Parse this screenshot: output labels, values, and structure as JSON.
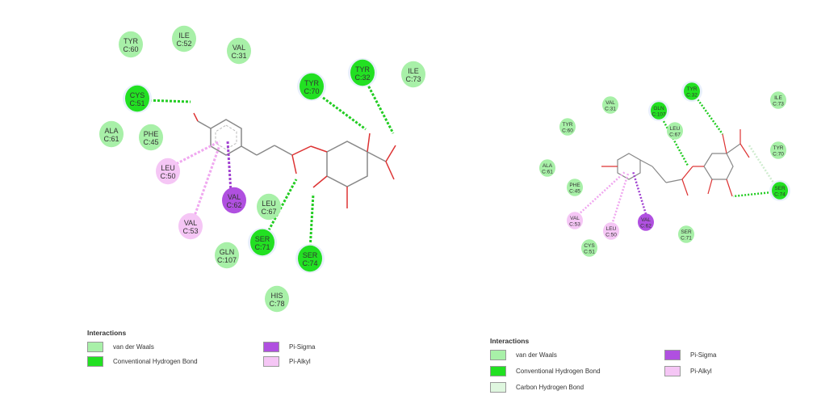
{
  "colors": {
    "van_der_waals": "#a8f0a8",
    "conventional_hbond": "#22e022",
    "carbon_hbond": "#dff7df",
    "pi_sigma": "#b050e0",
    "pi_alkyl": "#f5c6f5"
  },
  "left_diagram": {
    "residues": [
      {
        "name": "TYR",
        "id": "C:60",
        "type": "vdw"
      },
      {
        "name": "ILE",
        "id": "C:52",
        "type": "vdw"
      },
      {
        "name": "VAL",
        "id": "C:31",
        "type": "vdw"
      },
      {
        "name": "CYS",
        "id": "C:51",
        "type": "hbond"
      },
      {
        "name": "ALA",
        "id": "C:61",
        "type": "vdw"
      },
      {
        "name": "PHE",
        "id": "C:45",
        "type": "vdw"
      },
      {
        "name": "LEU",
        "id": "C:50",
        "type": "pialkyl"
      },
      {
        "name": "VAL",
        "id": "C:62",
        "type": "pisigma"
      },
      {
        "name": "VAL",
        "id": "C:53",
        "type": "pialkyl"
      },
      {
        "name": "LEU",
        "id": "C:67",
        "type": "vdw"
      },
      {
        "name": "SER",
        "id": "C:71",
        "type": "hbond"
      },
      {
        "name": "GLN",
        "id": "C:107",
        "type": "vdw"
      },
      {
        "name": "SER",
        "id": "C:74",
        "type": "hbond"
      },
      {
        "name": "HIS",
        "id": "C:78",
        "type": "vdw"
      },
      {
        "name": "TYR",
        "id": "C:70",
        "type": "hbond"
      },
      {
        "name": "TYR",
        "id": "C:32",
        "type": "hbond"
      },
      {
        "name": "ILE",
        "id": "C:73",
        "type": "vdw"
      }
    ],
    "legend": {
      "title": "Interactions",
      "items": [
        {
          "label": "van der Waals",
          "type": "vdw"
        },
        {
          "label": "Conventional Hydrogen Bond",
          "type": "hbond"
        },
        {
          "label": "Pi-Sigma",
          "type": "pisigma"
        },
        {
          "label": "Pi-Alkyl",
          "type": "pialkyl"
        }
      ]
    }
  },
  "right_diagram": {
    "residues": [
      {
        "name": "VAL",
        "id": "C:31",
        "type": "vdw"
      },
      {
        "name": "TYR",
        "id": "C:60",
        "type": "vdw"
      },
      {
        "name": "GLN",
        "id": "C:107",
        "type": "hbond"
      },
      {
        "name": "LEU",
        "id": "C:67",
        "type": "vdw"
      },
      {
        "name": "TYR",
        "id": "C:32",
        "type": "hbond"
      },
      {
        "name": "ILE",
        "id": "C:73",
        "type": "vdw"
      },
      {
        "name": "TYR",
        "id": "C:70",
        "type": "vdw"
      },
      {
        "name": "ALA",
        "id": "C:61",
        "type": "vdw"
      },
      {
        "name": "PHE",
        "id": "C:45",
        "type": "vdw"
      },
      {
        "name": "SER",
        "id": "C:74",
        "type": "hbond"
      },
      {
        "name": "VAL",
        "id": "C:53",
        "type": "pialkyl"
      },
      {
        "name": "LEU",
        "id": "C:50",
        "type": "pialkyl"
      },
      {
        "name": "VAL",
        "id": "C:62",
        "type": "pisigma"
      },
      {
        "name": "CYS",
        "id": "C:51",
        "type": "vdw"
      },
      {
        "name": "SER",
        "id": "C:71",
        "type": "vdw"
      }
    ],
    "legend": {
      "title": "Interactions",
      "items": [
        {
          "label": "van der Waals",
          "type": "vdw"
        },
        {
          "label": "Conventional Hydrogen Bond",
          "type": "hbond"
        },
        {
          "label": "Carbon Hydrogen Bond",
          "type": "carbon"
        },
        {
          "label": "Pi-Sigma",
          "type": "pisigma"
        },
        {
          "label": "Pi-Alkyl",
          "type": "pialkyl"
        }
      ]
    }
  }
}
